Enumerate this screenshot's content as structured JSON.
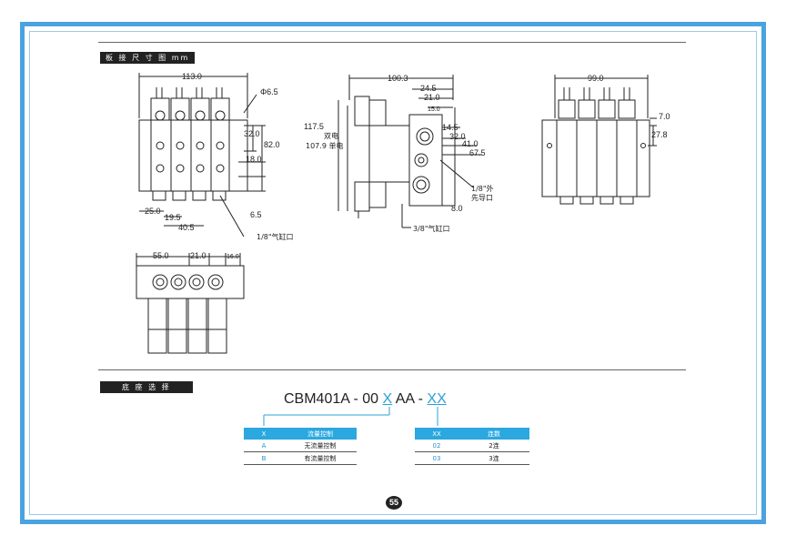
{
  "sections": {
    "dimensions_title": "板 接 尺 寸 图 mm",
    "base_title": "底 座 选 择"
  },
  "dims": {
    "front": {
      "width": "113.0",
      "diameter": "Φ6.5",
      "h32": "32.0",
      "h82": "82.0",
      "h18": "18.0",
      "h6_5": "6.5",
      "w25": "25.0",
      "w19_5": "19.5",
      "w40_5": "40.5",
      "port": "1/8\"气缸口"
    },
    "side": {
      "width": "100.3",
      "d24_5": "24.5",
      "d21": "21.0",
      "d15": "15.0",
      "d14_5": "14.5",
      "d32": "32.0",
      "d41": "41.0",
      "d67_5": "67.5",
      "d8": "8.0",
      "h117_5": "117.5",
      "double": "双电",
      "h107_9": "107.9 单电",
      "pilot_port_1": "1/8\"外",
      "pilot_port_2": "先导口",
      "cyl_port": "3/8\"气缸口"
    },
    "rear": {
      "width": "99.0",
      "d7": "7.0",
      "d27_8": "27.8"
    },
    "top": {
      "d55": "55.0",
      "d21": "21.0",
      "d16": "16.0"
    }
  },
  "model": {
    "prefix": "CBM401A - 00 ",
    "x": "X",
    "mid": " AA ",
    "dash": "- ",
    "xx": "XX"
  },
  "table_flow": {
    "headers": [
      "X",
      "流量控制"
    ],
    "rows": [
      {
        "code": "A",
        "desc": "无流量控制"
      },
      {
        "code": "B",
        "desc": "有流量控制"
      }
    ]
  },
  "table_count": {
    "headers": [
      "XX",
      "连数"
    ],
    "rows": [
      {
        "code": "02",
        "desc": "2连"
      },
      {
        "code": "03",
        "desc": "3连"
      }
    ]
  },
  "page_number": "55"
}
